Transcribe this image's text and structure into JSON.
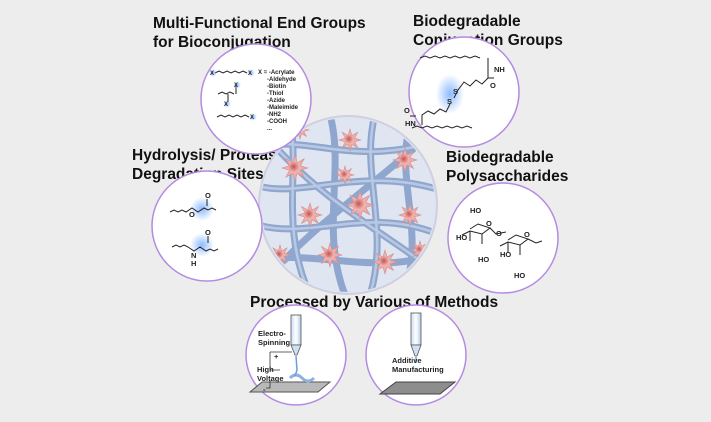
{
  "titles": {
    "end_groups": "Multi-Functional End Groups\nfor Bioconjugation",
    "biodegradable_conjugation": "Biodegradable\nConjugation Groups",
    "hydrolysis": "Hydrolysis/ Protease\nDegradation Sites",
    "polysaccharides": "Biodegradable\nPolysaccharides",
    "methods": "Processed by Various of Methods"
  },
  "end_group_panel": {
    "x_prefix": "X = -Acrylate",
    "options": [
      "-Aldehyde",
      "-Biotin",
      "-Thiol",
      "-Azide",
      "-Maleimide",
      "-NH2",
      "-COOH",
      "..."
    ],
    "x_symbol": "X"
  },
  "conjugation_panel": {
    "nh_top": "NH",
    "nh_bottom": "HN",
    "o_top": "O",
    "o_bottom": "O",
    "s1": "S",
    "s2": "S"
  },
  "degradation_panel": {
    "ester_o1": "O",
    "ester_o2": "O",
    "amide_o": "O",
    "amide_n": "N",
    "amide_h": "H"
  },
  "polysaccharide_panel": {
    "ho_labels": [
      "HO",
      "HO",
      "HO",
      "HO",
      "HO"
    ],
    "o_labels": [
      "O",
      "O",
      "O"
    ]
  },
  "methods_panels": {
    "electrospinning_label": "Electro-\nSpinning",
    "high_voltage_label": "High\nVoltage",
    "plus": "+",
    "minus": "-",
    "additive_label": "Additive\nManufacturing"
  },
  "colors": {
    "background": "#ededed",
    "circle_fill": "#ffffff",
    "circle_stroke": "#b48be0",
    "fiber": "#8fa7cf",
    "cell": "#e8a7a4",
    "glow": "#7fb3ff"
  }
}
